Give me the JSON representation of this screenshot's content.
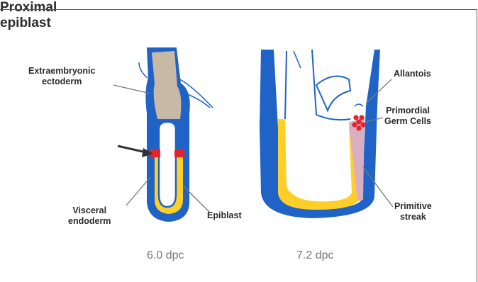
{
  "labels": {
    "extraembryonic": [
      "Extraembryonic",
      "ectoderm"
    ],
    "proximal": [
      "Proximal",
      "epiblast"
    ],
    "visceral": [
      "Visceral",
      "endoderm"
    ],
    "epiblast": "Epiblast",
    "allantois": "Allantois",
    "pgc": [
      "Primordial",
      "Germ Cells"
    ],
    "streak": [
      "Primitive",
      "streak"
    ]
  },
  "stages": [
    "6.0 dpc",
    "7.2 dpc"
  ],
  "colors": {
    "endoderm": "#1f63c6",
    "epiblast": "#ffcf29",
    "ectoderm": "#c7b9a6",
    "streak": "#d9aec2",
    "germ_cells": "#e5232b",
    "cavity": "#ffffff"
  }
}
